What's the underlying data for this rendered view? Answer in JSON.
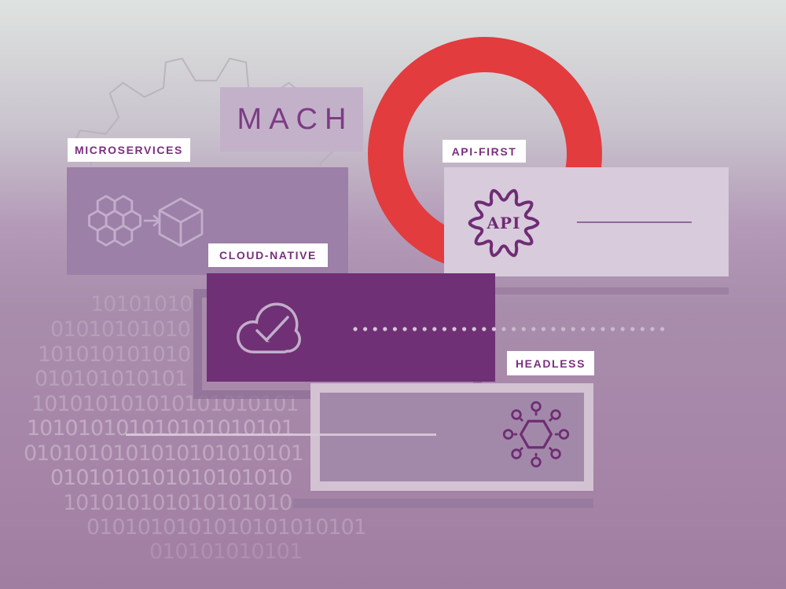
{
  "illustration_title": "MACH",
  "concepts": {
    "microservices": {
      "label": "MICROSERVICES",
      "icon": "honeycomb-to-cube"
    },
    "api_first": {
      "label": "API-FIRST",
      "badge_text": "API",
      "icon": "api-gear-badge"
    },
    "cloud_native": {
      "label": "CLOUD-NATIVE",
      "icon": "cloud-check"
    },
    "headless": {
      "label": "HEADLESS",
      "icon": "hub-network"
    }
  },
  "binary": {
    "rows": [
      "10101010",
      "01010101010",
      "101010101010",
      "010101010101",
      "101010101010101010101",
      "101010101010101010101",
      "0101010101010101010101",
      "0101010101010101010",
      "101010101010101010",
      "0101010101010101010101",
      "010101010101"
    ]
  },
  "colors": {
    "bg-top": "#dee3e0",
    "bg-mid": "#a98dac",
    "bg-bottom": "#a07ea2",
    "ring-red": "#e23c3f",
    "lavender": "#c3b1ca",
    "lavender-light": "#d7cbdc",
    "purple-mid": "#9c80a8",
    "purple-dark": "#703075",
    "frame-light": "#d3c2d2",
    "headless-fill": "#a289a9",
    "mach-text": "#7d3c84",
    "label-purple": "#7b2f80",
    "icon-dark": "#6f2c74",
    "icon-light": "#c2aecb",
    "line-mid": "#8d6b96",
    "line-light": "#d9cbda",
    "gear-line": "#b6b0ba",
    "echo-dark": "#8e6d95"
  }
}
